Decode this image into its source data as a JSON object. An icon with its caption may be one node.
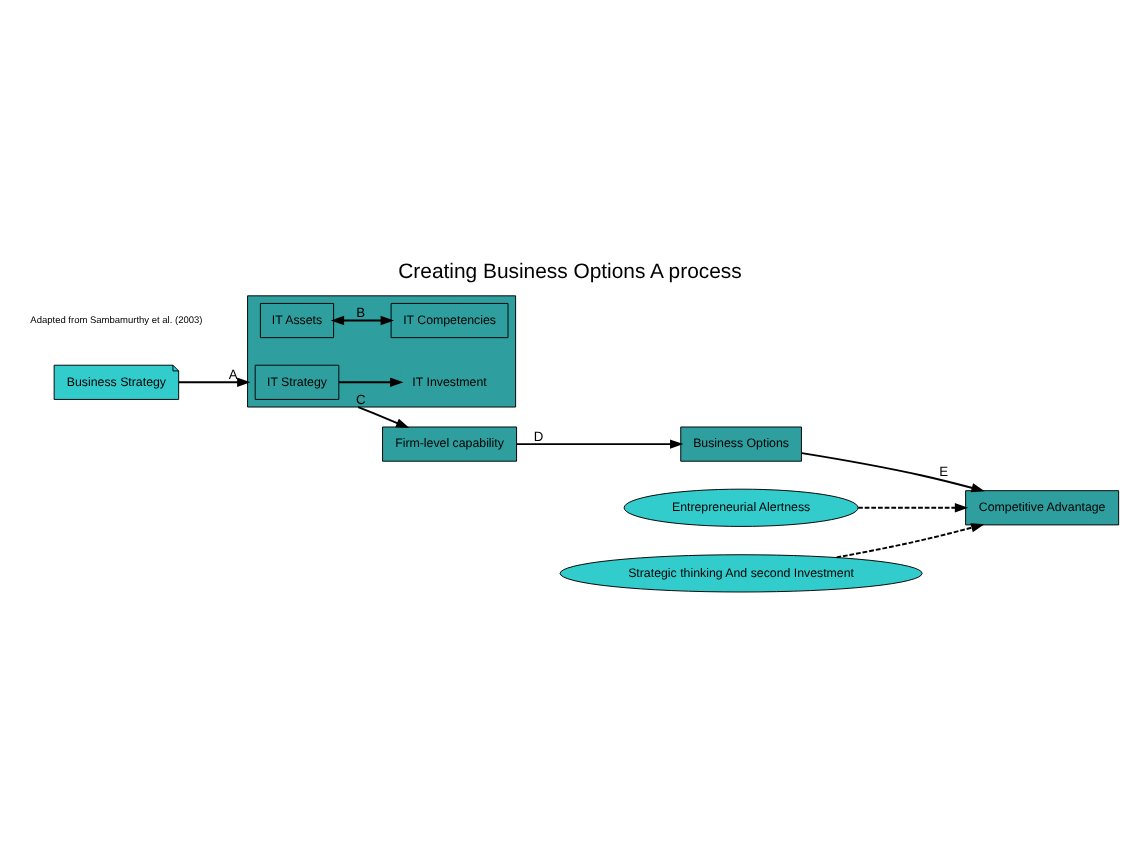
{
  "diagram": {
    "title": "Creating Business Options A process",
    "caption": "Adapted from Sambamurthy et al. (2003)",
    "nodes": [
      {
        "text": [
          "Business Strategy"
        ]
      },
      {
        "text": [],
        "shape": "box"
      },
      {
        "text": [
          "IT Strategy"
        ],
        "in": 1
      },
      {
        "text": [
          "IT Investment"
        ],
        "in": 1
      },
      {
        "text": [
          "IT Assets"
        ],
        "in": 1
      },
      {
        "text": [
          "IT Competencies"
        ],
        "in": 1
      },
      {
        "text": [
          "Firm-level capability"
        ]
      },
      {
        "text": [
          "Business Options"
        ]
      },
      {
        "text": [
          "Competitive Advantage"
        ]
      },
      {
        "text": [
          "Entrepreneurial Alertness"
        ]
      },
      {
        "text": [
          "Strategic thinking And second Investment"
        ]
      }
    ],
    "edges": [
      {
        "from": 0,
        "to": 1,
        "arrow": "to",
        "label": "A"
      },
      {
        "from": 2,
        "to": 3,
        "arrow": "to"
      },
      {
        "from": 4,
        "to": 5,
        "arrow": "both",
        "label": "B"
      },
      {
        "from": 1,
        "to": 6,
        "arrow": "to",
        "label": "C"
      },
      {
        "from": 6,
        "to": 7,
        "arrow": "to",
        "label": "D"
      },
      {
        "from": 7,
        "to": 8,
        "arrow": "to",
        "label": "E"
      },
      {
        "from": 9,
        "to": 8,
        "arrow": "to",
        "style": "dashed"
      },
      {
        "from": 10,
        "to": 8,
        "arrow": "to",
        "style": "dashed"
      }
    ]
  }
}
